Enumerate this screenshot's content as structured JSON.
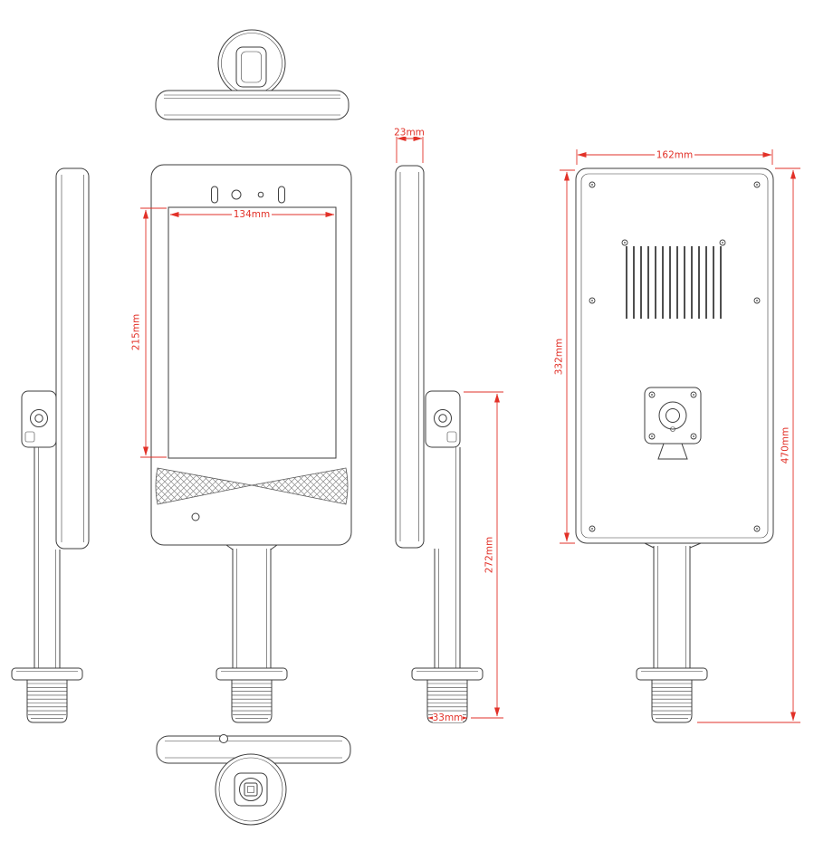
{
  "colors": {
    "line": "#3e3e3e",
    "dimension": "#e23128",
    "background": "#ffffff"
  },
  "dimensions": {
    "side_depth": "23mm",
    "back_width": "162mm",
    "screen_width": "134mm",
    "screen_height": "215mm",
    "back_panel_height": "332mm",
    "total_height": "470mm",
    "pole_height": "272mm",
    "thread_diameter": "33mm"
  }
}
